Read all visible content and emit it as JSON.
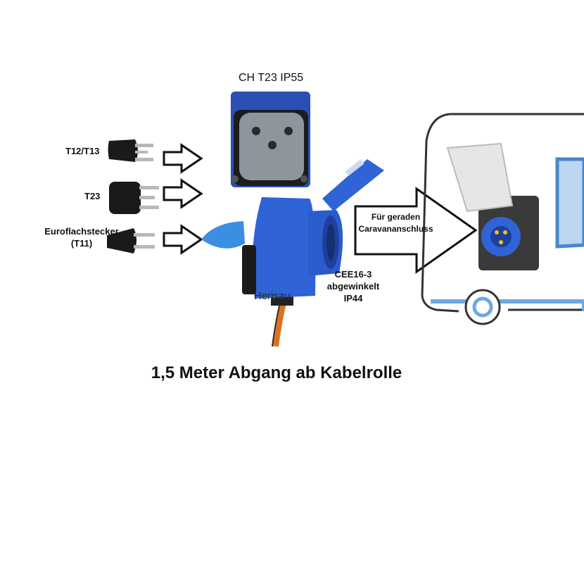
{
  "labels": {
    "socket_title": "CH T23 IP55",
    "plug_t12": "T12/T13",
    "plug_t23": "T23",
    "plug_euro_1": "Euroflachstecker",
    "plug_euro_2": "(T11)",
    "arrow_line1": "Für geraden",
    "arrow_line2": "Caravananschluss",
    "cee_line1": "CEE16-3",
    "cee_line2": "abgewinkelt",
    "cee_line3": "IP44",
    "brand": "Herisau",
    "caption": "1,5 Meter Abgang ab Kabelrolle"
  },
  "colors": {
    "cee_blue": "#2f63d6",
    "cee_dark": "#1f3fa0",
    "cable_orange": "#e07020",
    "socket_grey": "#8c969c",
    "caravan_outline": "#333333",
    "caravan_blue": "#6fa8e0"
  }
}
